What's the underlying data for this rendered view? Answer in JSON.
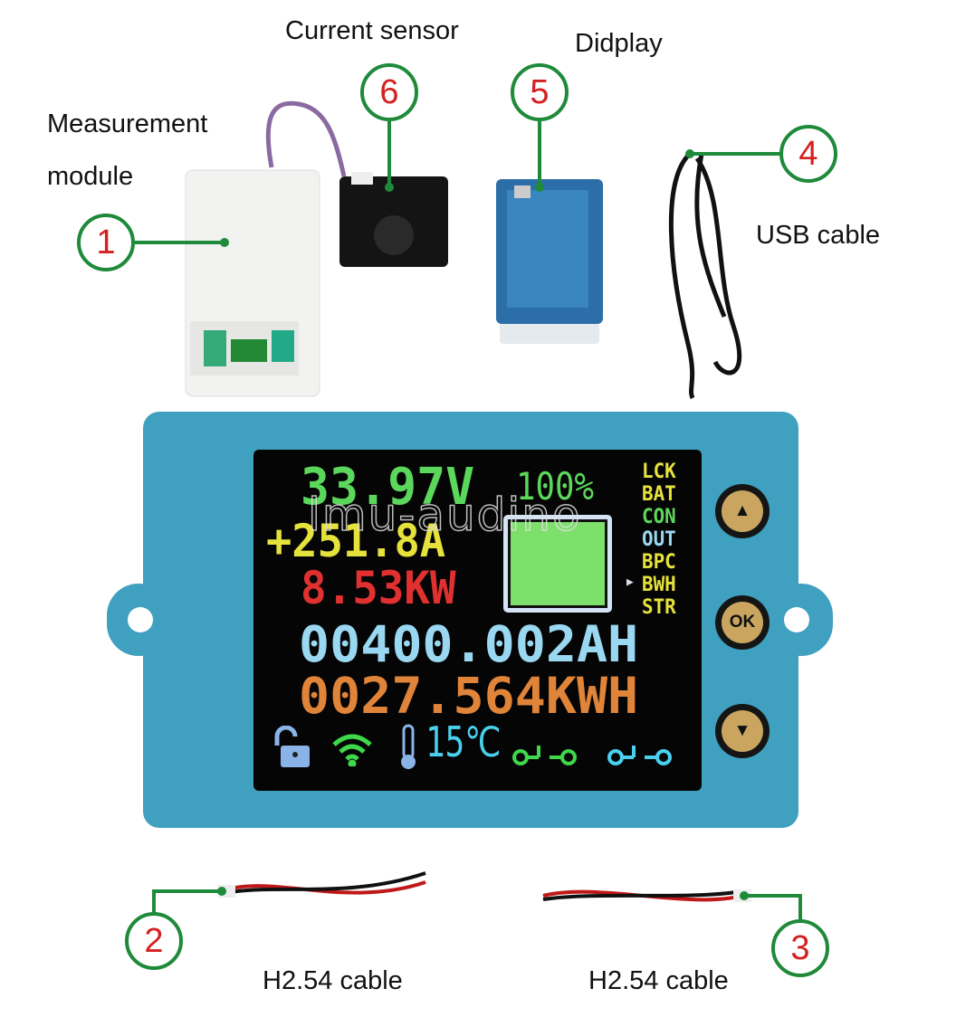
{
  "labels": {
    "current_sensor": "Current sensor",
    "display": "Didplay",
    "measurement_line1": "Measurement",
    "measurement_line2": "module",
    "usb_cable": "USB cable",
    "cable_2": "H2.54 cable",
    "cable_3": "H2.54 cable"
  },
  "callouts": [
    "1",
    "2",
    "3",
    "4",
    "5",
    "6"
  ],
  "colors": {
    "callout_ring": "#1e8a3a",
    "callout_number": "#d42020",
    "panel": "#3fa0c0",
    "button": "#c9a560"
  },
  "screen": {
    "voltage": "33.97V",
    "percent": "100%",
    "current": "+251.8A",
    "power": "8.53KW",
    "amp_hours": "00400.002AH",
    "energy": "0027.564KWH",
    "temperature": "15℃",
    "battery_level_percent": 100,
    "menu": [
      "LCK",
      "BAT",
      "CON",
      "OUT",
      "BPC",
      "BWH",
      "STR"
    ],
    "menu_selected": "BWH",
    "menu_pointer": "▶"
  },
  "buttons": {
    "up": "▲",
    "ok": "OK",
    "down": "▼"
  },
  "watermark": "lmu-audino"
}
